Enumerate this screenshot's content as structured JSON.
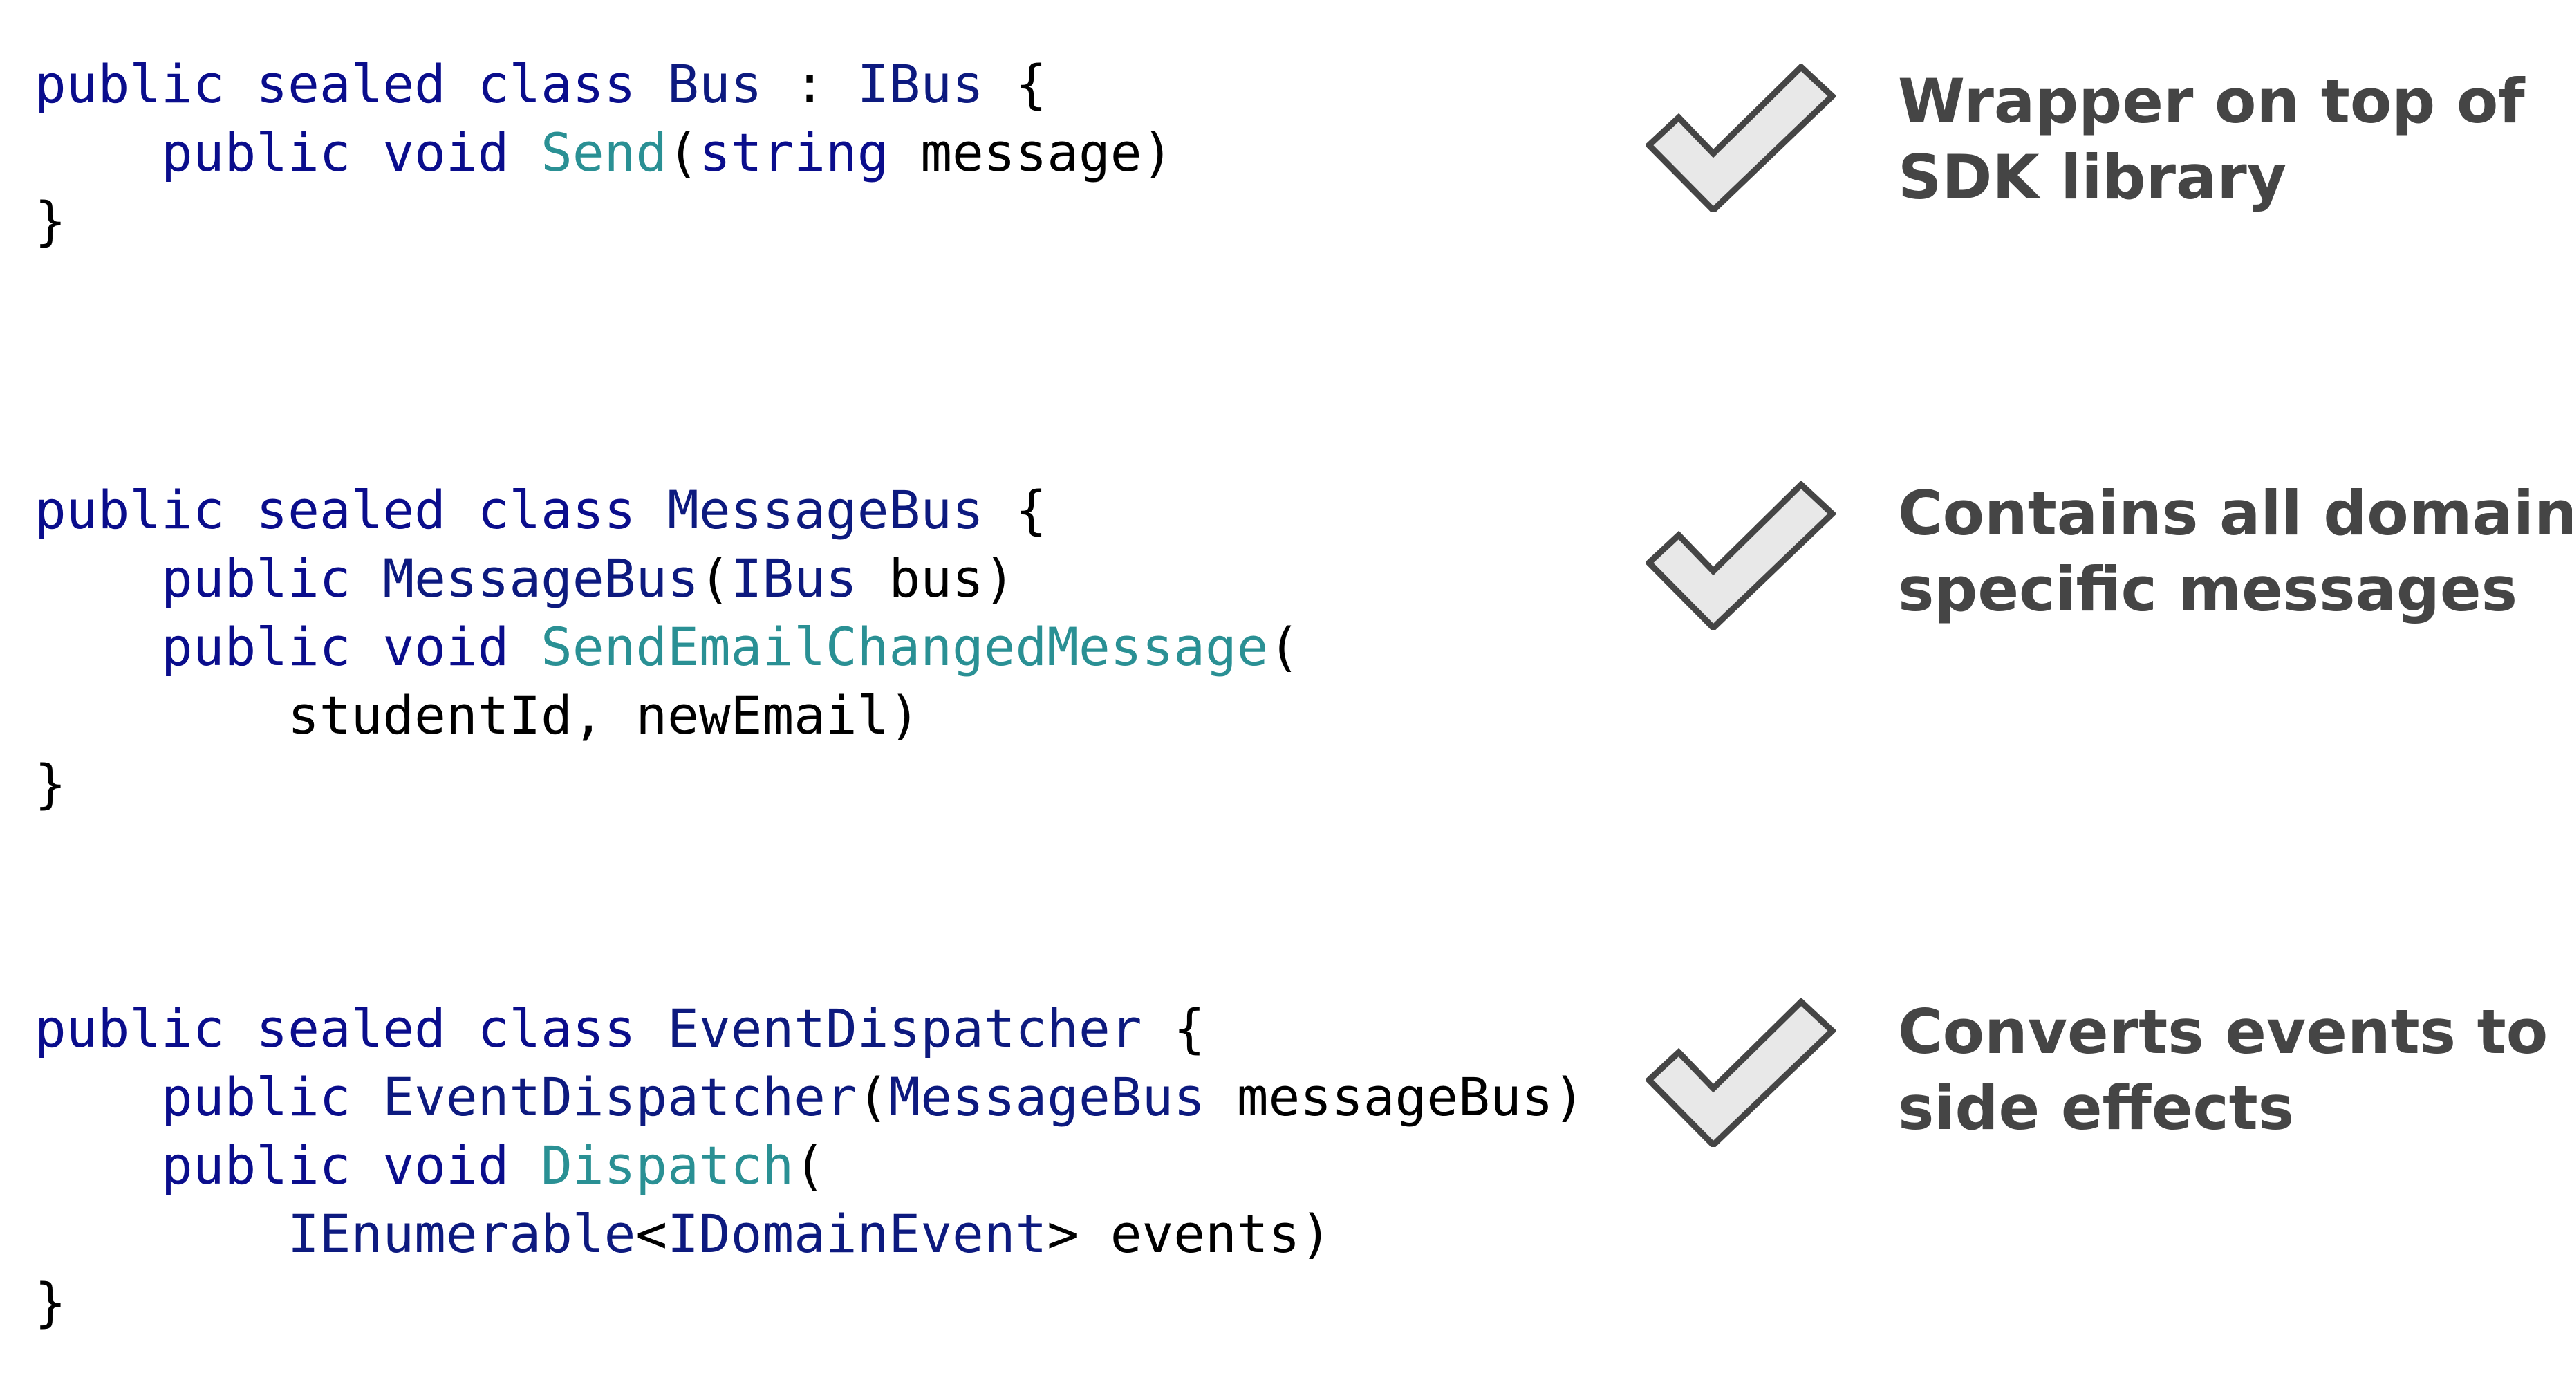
{
  "blocks": [
    {
      "lines": [
        [
          {
            "t": "public",
            "c": "kw"
          },
          {
            "t": " ",
            "c": "plain"
          },
          {
            "t": "sealed",
            "c": "kw"
          },
          {
            "t": " ",
            "c": "plain"
          },
          {
            "t": "class",
            "c": "kw"
          },
          {
            "t": " ",
            "c": "plain"
          },
          {
            "t": "Bus",
            "c": "typ"
          },
          {
            "t": " : ",
            "c": "plain"
          },
          {
            "t": "IBus",
            "c": "typ"
          },
          {
            "t": " {",
            "c": "plain"
          }
        ],
        [
          {
            "t": "    ",
            "c": "plain"
          },
          {
            "t": "public",
            "c": "kw"
          },
          {
            "t": " ",
            "c": "plain"
          },
          {
            "t": "void",
            "c": "kw"
          },
          {
            "t": " ",
            "c": "plain"
          },
          {
            "t": "Send",
            "c": "fn"
          },
          {
            "t": "(",
            "c": "plain"
          },
          {
            "t": "string",
            "c": "kw"
          },
          {
            "t": " message)",
            "c": "plain"
          }
        ],
        [
          {
            "t": "}",
            "c": "plain"
          }
        ]
      ],
      "description": [
        "Wrapper on top of",
        "SDK library"
      ]
    },
    {
      "lines": [
        [
          {
            "t": "public",
            "c": "kw"
          },
          {
            "t": " ",
            "c": "plain"
          },
          {
            "t": "sealed",
            "c": "kw"
          },
          {
            "t": " ",
            "c": "plain"
          },
          {
            "t": "class",
            "c": "kw"
          },
          {
            "t": " ",
            "c": "plain"
          },
          {
            "t": "MessageBus",
            "c": "typ"
          },
          {
            "t": " {",
            "c": "plain"
          }
        ],
        [
          {
            "t": "    ",
            "c": "plain"
          },
          {
            "t": "public",
            "c": "kw"
          },
          {
            "t": " ",
            "c": "plain"
          },
          {
            "t": "MessageBus",
            "c": "typ"
          },
          {
            "t": "(",
            "c": "plain"
          },
          {
            "t": "IBus",
            "c": "typ"
          },
          {
            "t": " bus)",
            "c": "plain"
          }
        ],
        [
          {
            "t": "    ",
            "c": "plain"
          },
          {
            "t": "public",
            "c": "kw"
          },
          {
            "t": " ",
            "c": "plain"
          },
          {
            "t": "void",
            "c": "kw"
          },
          {
            "t": " ",
            "c": "plain"
          },
          {
            "t": "SendEmailChangedMessage",
            "c": "fn"
          },
          {
            "t": "(",
            "c": "plain"
          }
        ],
        [
          {
            "t": "        studentId, newEmail)",
            "c": "plain"
          }
        ],
        [
          {
            "t": "}",
            "c": "plain"
          }
        ]
      ],
      "description": [
        "Contains all domain-",
        "specific messages"
      ]
    },
    {
      "lines": [
        [
          {
            "t": "public",
            "c": "kw"
          },
          {
            "t": " ",
            "c": "plain"
          },
          {
            "t": "sealed",
            "c": "kw"
          },
          {
            "t": " ",
            "c": "plain"
          },
          {
            "t": "class",
            "c": "kw"
          },
          {
            "t": " ",
            "c": "plain"
          },
          {
            "t": "EventDispatcher",
            "c": "typ"
          },
          {
            "t": " {",
            "c": "plain"
          }
        ],
        [
          {
            "t": "    ",
            "c": "plain"
          },
          {
            "t": "public",
            "c": "kw"
          },
          {
            "t": " ",
            "c": "plain"
          },
          {
            "t": "EventDispatcher",
            "c": "typ"
          },
          {
            "t": "(",
            "c": "plain"
          },
          {
            "t": "MessageBus",
            "c": "typ"
          },
          {
            "t": " messageBus)",
            "c": "plain"
          }
        ],
        [
          {
            "t": "    ",
            "c": "plain"
          },
          {
            "t": "public",
            "c": "kw"
          },
          {
            "t": " ",
            "c": "plain"
          },
          {
            "t": "void",
            "c": "kw"
          },
          {
            "t": " ",
            "c": "plain"
          },
          {
            "t": "Dispatch",
            "c": "fn"
          },
          {
            "t": "(",
            "c": "plain"
          }
        ],
        [
          {
            "t": "        ",
            "c": "plain"
          },
          {
            "t": "IEnumerable",
            "c": "typ"
          },
          {
            "t": "<",
            "c": "plain"
          },
          {
            "t": "IDomainEvent",
            "c": "typ"
          },
          {
            "t": "> events)",
            "c": "plain"
          }
        ],
        [
          {
            "t": "}",
            "c": "plain"
          }
        ]
      ],
      "description": [
        "Converts events to",
        "side effects"
      ]
    }
  ],
  "icons": {
    "check": "checkmark-icon"
  },
  "colors": {
    "keyword": "#0a0d8c",
    "type": "#0d1a7f",
    "method": "#2a9094",
    "text": "#000000",
    "description": "#454545",
    "check_fill": "#e8e8e8",
    "check_stroke": "#454545"
  }
}
